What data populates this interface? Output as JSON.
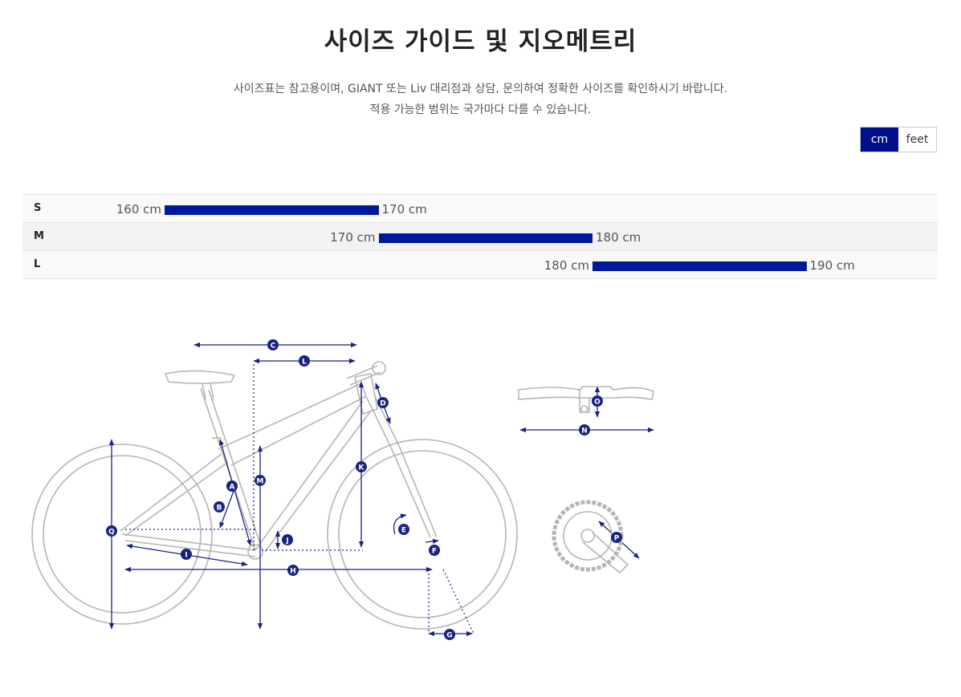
{
  "page": {
    "title": "사이즈 가이드 및 지오메트리",
    "description_line1": "사이즈표는 참고용이며, GIANT 또는 Liv 대리점과 상담, 문의하여 정확한 사이즈를 확인하시기 바랍니다.",
    "description_line2": "적용 가능한 범위는 국가마다 다를 수 있습니다."
  },
  "unit_toggle": {
    "options": [
      "cm",
      "feet"
    ],
    "selected": "cm"
  },
  "size_chart": {
    "bar_color": "#00199c",
    "rows": [
      {
        "size": "S",
        "min_label": "160 cm",
        "max_label": "170 cm",
        "min": 160,
        "max": 170
      },
      {
        "size": "M",
        "min_label": "170 cm",
        "max_label": "180 cm",
        "min": 170,
        "max": 180
      },
      {
        "size": "L",
        "min_label": "180 cm",
        "max_label": "190 cm",
        "min": 180,
        "max": 190
      }
    ]
  },
  "geometry": {
    "accent_color": "#1a237e",
    "labels": [
      "A",
      "B",
      "C",
      "D",
      "E",
      "F",
      "G",
      "H",
      "I",
      "J",
      "K",
      "L",
      "M",
      "N",
      "O",
      "P",
      "Q"
    ]
  }
}
